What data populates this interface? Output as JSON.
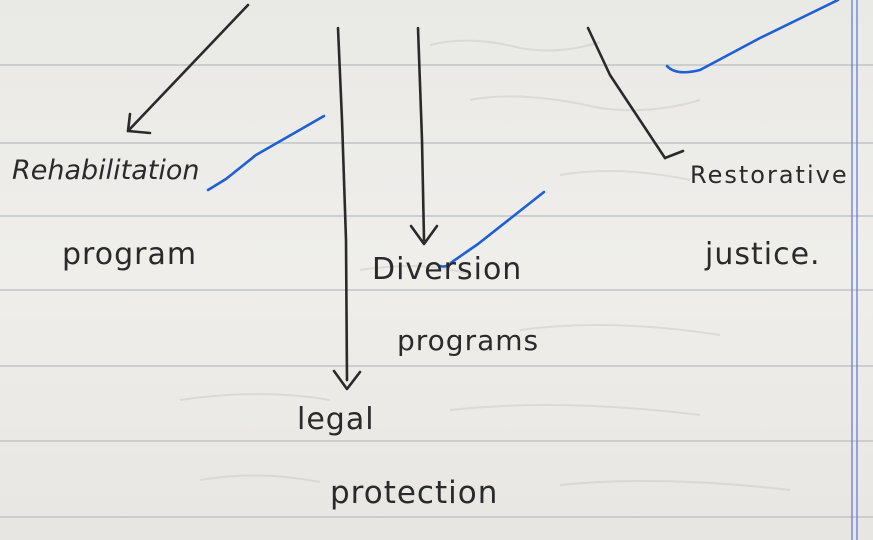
{
  "branches": [
    {
      "lines": [
        "Rehabilitation",
        "program"
      ]
    },
    {
      "lines": [
        "Diversion",
        "programs"
      ]
    },
    {
      "lines": [
        "legal",
        "protection"
      ]
    },
    {
      "lines": [
        "Restorative",
        "justice."
      ]
    }
  ],
  "colors": {
    "paper": "#ececea",
    "ink": "#2a2a2a",
    "checkmark": "#1f5fd6",
    "ruled_line": "#c2c3c6",
    "margin_line": "#6f86d6"
  }
}
